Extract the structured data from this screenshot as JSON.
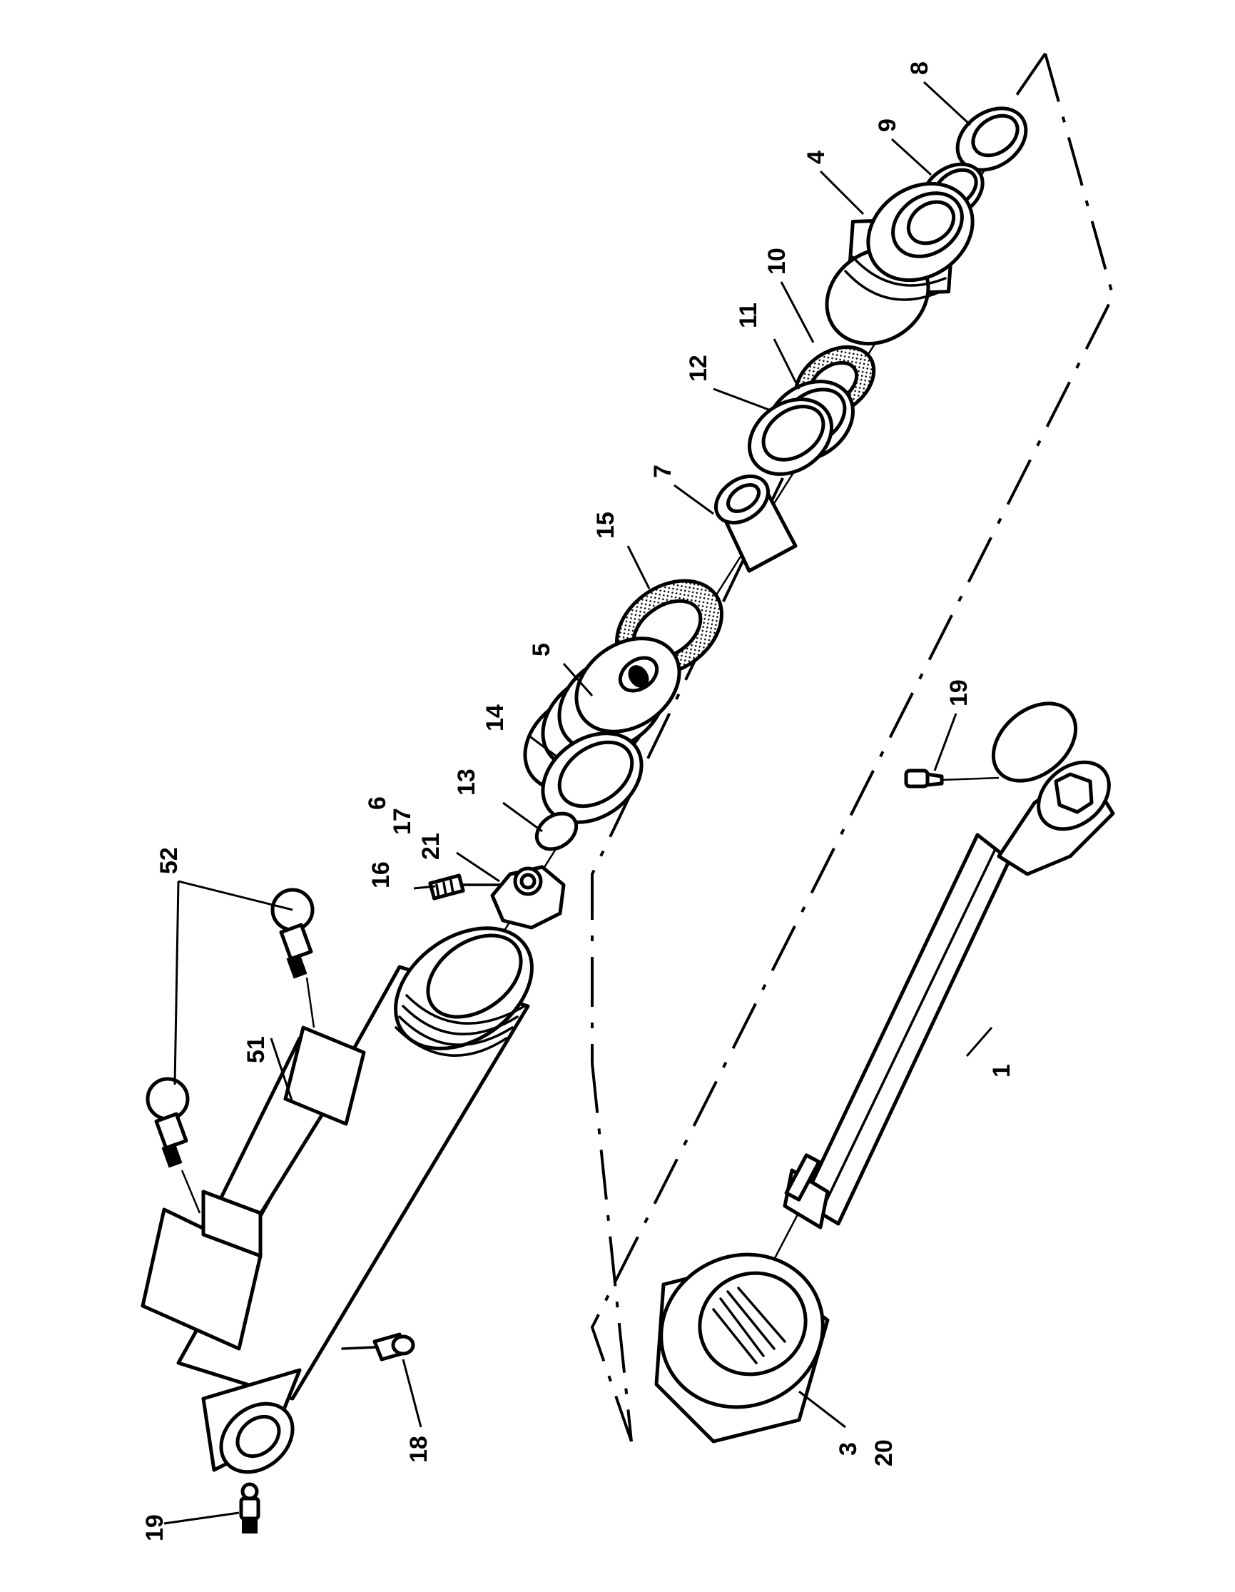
{
  "diagram": {
    "colors": {
      "ink": "#000000",
      "paper": "#ffffff"
    },
    "callouts": {
      "c1": "1",
      "c3": "3",
      "c20": "20",
      "c4": "4",
      "c5": "5",
      "c6": "6",
      "c7": "7",
      "c8": "8",
      "c9": "9",
      "c10": "10",
      "c11": "11",
      "c12": "12",
      "c13": "13",
      "c14": "14",
      "c15": "15",
      "c16": "16",
      "c17": "17",
      "c18": "18",
      "c19_rod": "19",
      "c19_body": "19",
      "c21": "21",
      "c51": "51",
      "c52": "52"
    }
  }
}
